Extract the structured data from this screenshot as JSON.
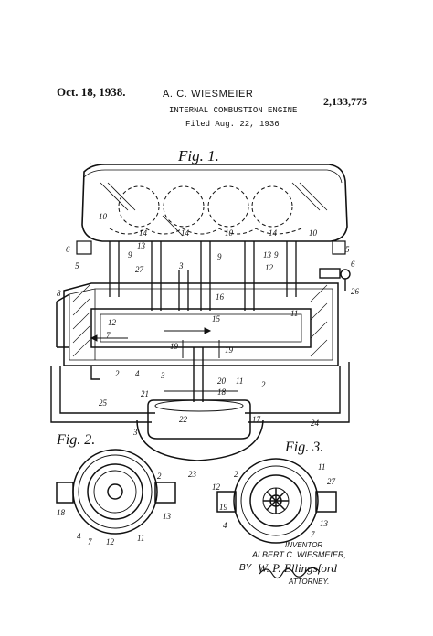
{
  "header": {
    "date": "Oct. 18, 1938.",
    "inventor": "A. C. WIESMEIER",
    "patent_number": "2,133,775",
    "title": "INTERNAL COMBUSTION ENGINE",
    "filed": "Filed Aug. 22, 1936"
  },
  "figures": {
    "fig1": "Fig. 1.",
    "fig2": "Fig. 2.",
    "fig3": "Fig. 3."
  },
  "signature": {
    "inventor_label": "INVENTOR",
    "inventor_name": "ALBERT C. WIESMEIER,",
    "by": "BY",
    "attorney_signature": "W. P. Ellingsford",
    "attorney_label": "ATTORNEY."
  },
  "ref_numerals": {
    "n1": "1",
    "n2": "2",
    "n3": "3",
    "n4": "4",
    "n5": "5",
    "n6": "6",
    "n7": "7",
    "n8": "8",
    "n9": "9",
    "n10": "10",
    "n11": "11",
    "n12": "12",
    "n13": "13",
    "n14": "14",
    "n15": "15",
    "n16": "16",
    "n17": "17",
    "n18": "18",
    "n19": "19",
    "n20": "20",
    "n21": "21",
    "n22": "22",
    "n23": "23",
    "n24": "24",
    "n25": "25",
    "n26": "26",
    "n27": "27"
  }
}
